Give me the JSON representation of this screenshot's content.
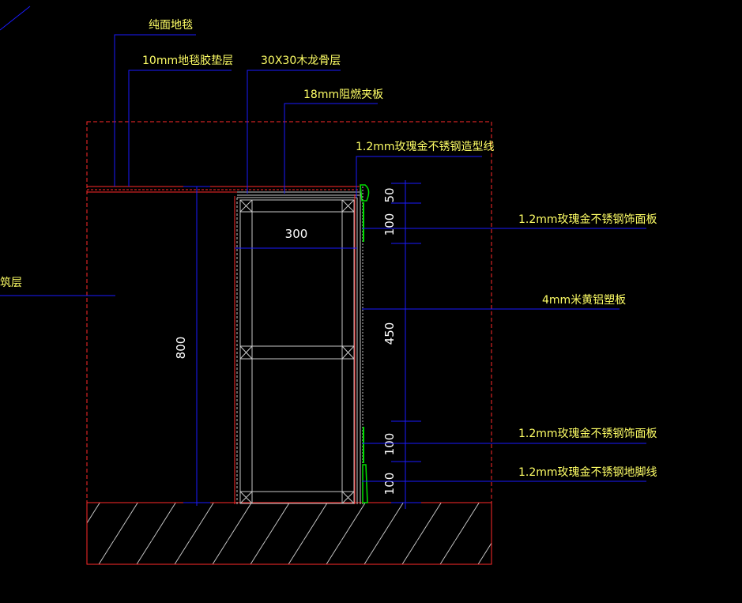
{
  "labels": {
    "carpet": "纯面地毯",
    "underlay": "10mm地毯胶垫层",
    "keel": "30X30木龙骨层",
    "plywood": "18mm阻燃夹板",
    "trim": "1.2mm玫瑰金不锈钢造型线",
    "panel_top": "1.2mm玫瑰金不锈钢饰面板",
    "alu_panel": "4mm米黄铝塑板",
    "panel_bottom": "1.2mm玫瑰金不锈钢饰面板",
    "skirting": "1.2mm玫瑰金不锈钢地脚线",
    "structure": "建筑层"
  },
  "dimensions": {
    "width": "300",
    "height": "800",
    "seg_50": "50",
    "seg_100a": "100",
    "seg_450": "450",
    "seg_100b": "100",
    "seg_100c": "100"
  },
  "colors": {
    "background": "#000000",
    "leader": "#1a1aff",
    "boundary": "#ff2a2a",
    "frame": "#c8c8c8",
    "trim": "#00e000",
    "label": "#ffff66",
    "dimension": "#ffffff"
  }
}
